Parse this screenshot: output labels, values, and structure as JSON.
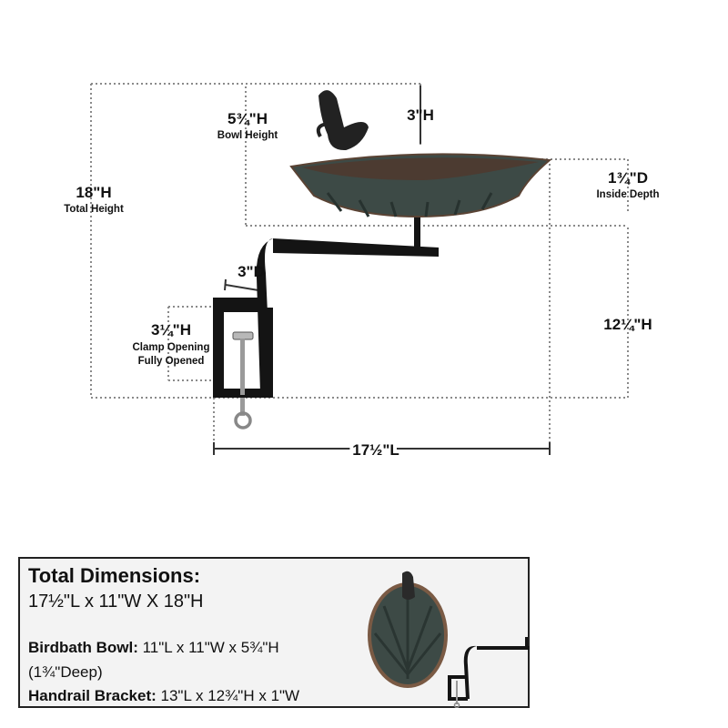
{
  "dimensions": {
    "total_height": {
      "value": "18\"H",
      "caption": "Total Height"
    },
    "bowl_height": {
      "value": "5¾\"H",
      "caption": "Bowl Height"
    },
    "bird_height": {
      "value": "3\"H"
    },
    "inside_depth": {
      "value": "1¾\"D",
      "caption": "Inside Depth"
    },
    "bracket_depth": {
      "value": "3\"D"
    },
    "clamp_opening": {
      "value": "3¼\"H",
      "caption_line1": "Clamp Opening",
      "caption_line2": "Fully Opened"
    },
    "bracket_height": {
      "value": "12¼\"H"
    },
    "total_length": {
      "value": "17½\"L"
    }
  },
  "summary": {
    "title": "Total Dimensions:",
    "total": "17½\"L x 11\"W X 18\"H",
    "bowl_label": "Birdbath Bowl:",
    "bowl_value": " 11\"L x 11\"W x 5¾\"H",
    "bowl_depth": "(1¾\"Deep)",
    "bracket_label": "Handrail Bracket:",
    "bracket_value": " 13\"L x 12¾\"H x 1\"W"
  },
  "colors": {
    "bowl_patina": "#3d4a46",
    "bowl_rim": "#7a5a44",
    "bracket_black": "#141414",
    "dotted_guide": "#8a8a8a"
  }
}
